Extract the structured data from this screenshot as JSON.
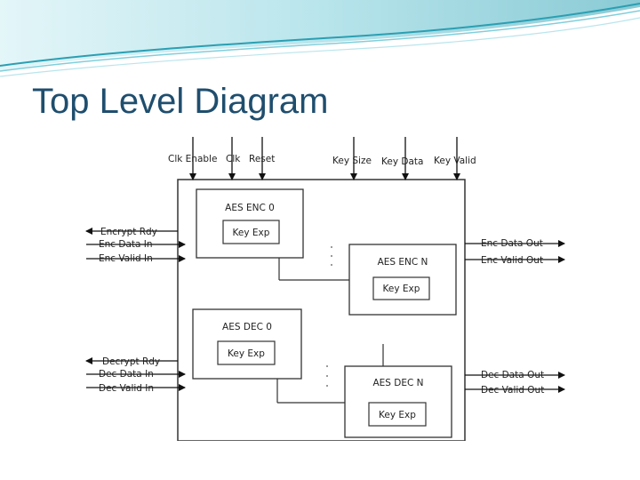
{
  "slide": {
    "title": "Top Level Diagram"
  },
  "diagram": {
    "top_inputs": [
      "Clk Enable",
      "Clk",
      "Reset",
      "Key Size",
      "Key Data",
      "Key Valid"
    ],
    "enc_side": {
      "left": [
        "Encrypt Rdy",
        "Enc Data In",
        "Enc Valid In"
      ],
      "right": [
        "Enc Data Out",
        "Enc Valid Out"
      ]
    },
    "dec_side": {
      "left": [
        "Decrypt Rdy",
        "Dec Data In",
        "Dec Valid In"
      ],
      "right": [
        "Dec Data Out",
        "Dec Valid Out"
      ]
    },
    "blocks": {
      "enc0": {
        "name": "AES ENC 0",
        "sub": "Key Exp"
      },
      "encN": {
        "name": "AES ENC N",
        "sub": "Key Exp"
      },
      "dec0": {
        "name": "AES DEC 0",
        "sub": "Key Exp"
      },
      "decN": {
        "name": "AES DEC N",
        "sub": "Key Exp"
      }
    }
  },
  "colors": {
    "title": "#1f4e6e",
    "banner_dark": "#2a9fb2",
    "banner_light": "#9ed8e2"
  }
}
